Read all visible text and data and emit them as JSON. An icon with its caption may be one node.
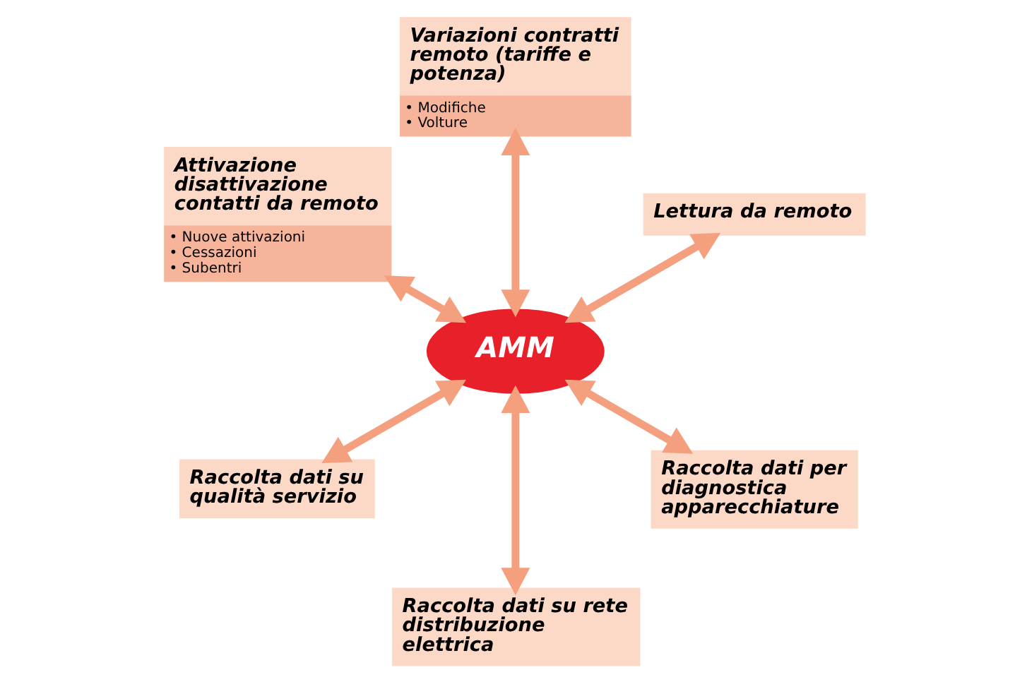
{
  "diagram": {
    "nodes": [
      {
        "text": [
          "Lettura da remoto"
        ]
      },
      {
        "text": [
          "Variazioni contratti remoto (tariffe e potenza)"
        ],
        "beside": [
          "• Modifiche",
          "• Volture"
        ]
      },
      {
        "text": [
          "Attivazione disattivazione contatti da remoto"
        ],
        "beside": [
          "• Nuove attivazioni",
          "• Cessazioni",
          "• Subentri"
        ]
      },
      {
        "text": [
          "AMM"
        ]
      },
      {
        "text": [
          "Raccolta dati su qualità servizio"
        ]
      },
      {
        "text": [
          "Raccolta dati su rete distribuzione elettrica"
        ]
      },
      {
        "text": [
          "Raccolta dati per diagnostica apparecchiature"
        ]
      }
    ],
    "edges": [
      {
        "from": 3,
        "to": 0,
        "arrow": "both"
      },
      {
        "from": 3,
        "to": 1,
        "arrow": "both"
      },
      {
        "from": 3,
        "to": 2,
        "arrow": "both"
      },
      {
        "from": 3,
        "to": 4,
        "arrow": "both"
      },
      {
        "from": 3,
        "to": 5,
        "arrow": "both"
      },
      {
        "from": 3,
        "to": 6,
        "arrow": "both"
      }
    ]
  }
}
